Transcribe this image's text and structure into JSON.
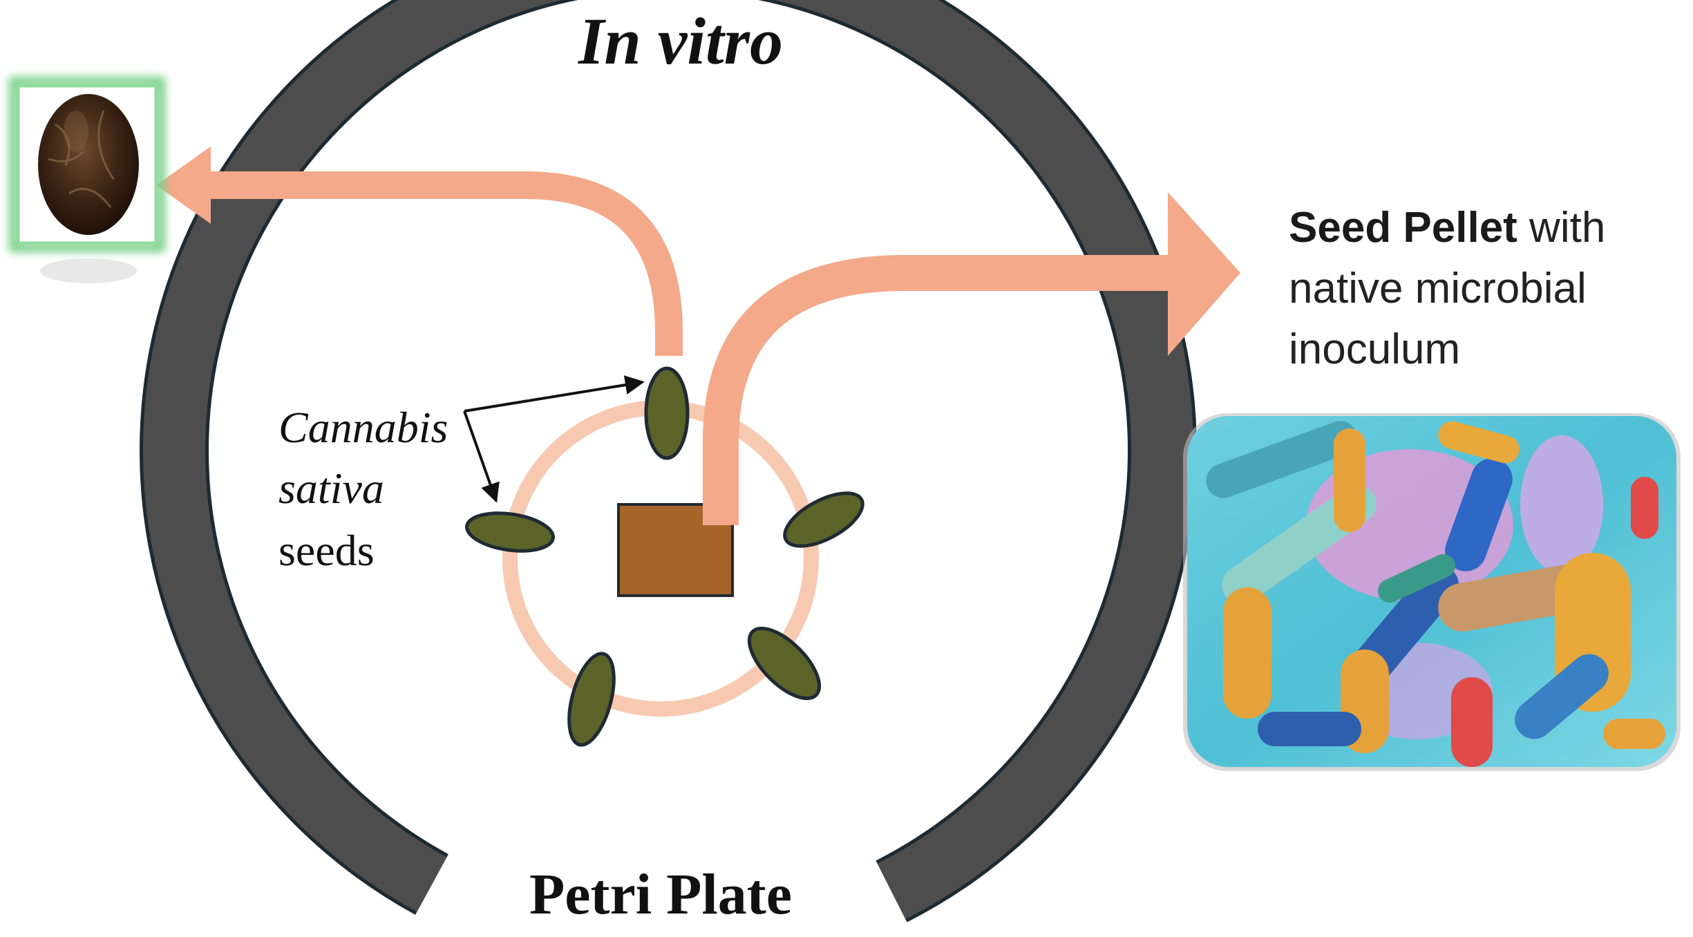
{
  "title": "In vitro",
  "plate_label": "Petri Plate",
  "seeds_label": {
    "line1": "Cannabis",
    "line2": "sativa",
    "line3": "seeds"
  },
  "pellet_label": {
    "bold": "Seed Pellet",
    "rest_line1": " with",
    "line2": "native microbial",
    "line3": "inoculum"
  },
  "colors": {
    "plate_rim": "#4d4d4d",
    "arrow": "#f4a98a",
    "ring": "#f8c9b1",
    "seed": "#5c6329",
    "seed_outline": "#1f2a33",
    "pellet": "#a8652a",
    "photo_frame": "#7ad08a"
  },
  "icons": {
    "seed_photo": "cannabis-seed-photo",
    "microbe_image": "bacteria-illustration"
  }
}
